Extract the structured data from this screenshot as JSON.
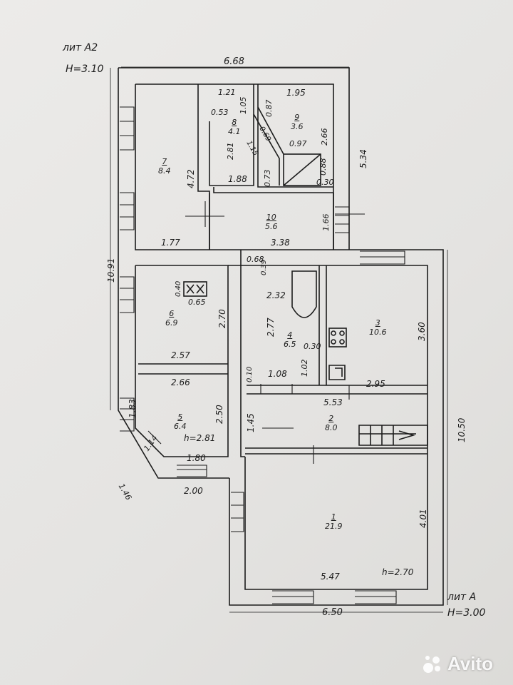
{
  "colors": {
    "paper": "#e9e8e6",
    "ink": "#1c1c1c",
    "watermark": "#ffffff"
  },
  "labels": {
    "lit_a2": "лит А2",
    "h_a2": "H=3.10",
    "lit_a": "лит А",
    "h_a": "H=3.00"
  },
  "rooms": [
    {
      "num": "7",
      "area": "8.4"
    },
    {
      "num": "8",
      "area": "4.1"
    },
    {
      "num": "9",
      "area": "3.6"
    },
    {
      "num": "10",
      "area": "5.6"
    },
    {
      "num": "6",
      "area": "6.9"
    },
    {
      "num": "4",
      "area": "6.5"
    },
    {
      "num": "3",
      "area": "10.6"
    },
    {
      "num": "5",
      "area": "6.4"
    },
    {
      "num": "2",
      "area": "8.0"
    },
    {
      "num": "1",
      "area": "21.9"
    }
  ],
  "dims": {
    "top_a2": "6.68",
    "right_a2": "5.34",
    "left_total": "10.91",
    "r7_h": "4.72",
    "r7_w": "1.77",
    "d121": "1.21",
    "d105": "1.05",
    "d053": "0.53",
    "d281": "2.81",
    "d195": "1.95",
    "d087": "0.87",
    "d266a": "2.66",
    "d069": "0.69",
    "d115": "1.15",
    "d097": "0.97",
    "d073": "0.73",
    "d088": "0.88",
    "d030a": "0.30",
    "d188": "1.88",
    "d166": "1.66",
    "d338": "3.38",
    "d068": "0.68",
    "d039": "0.39",
    "d040": "0.40",
    "d065": "0.65",
    "d270a": "2.70",
    "d232": "2.32",
    "d277": "2.77",
    "d030b": "0.30",
    "d257": "2.57",
    "d266b": "2.66",
    "d010": "0.10",
    "d108": "1.08",
    "d102": "1.02",
    "d295": "2.95",
    "d360": "3.60",
    "d553": "5.53",
    "d183": "1.83",
    "d250": "2.50",
    "d145": "1.45",
    "h_281": "h=2.81",
    "d114": "1.14",
    "d180": "1.80",
    "d146": "1.46",
    "d200": "2.00",
    "d1050": "10.50",
    "d401": "4.01",
    "d547": "5.47",
    "h_270": "h=2.70",
    "d650": "6.50"
  },
  "watermark": {
    "text": "Avito",
    "icon": "avito-logo-icon"
  }
}
